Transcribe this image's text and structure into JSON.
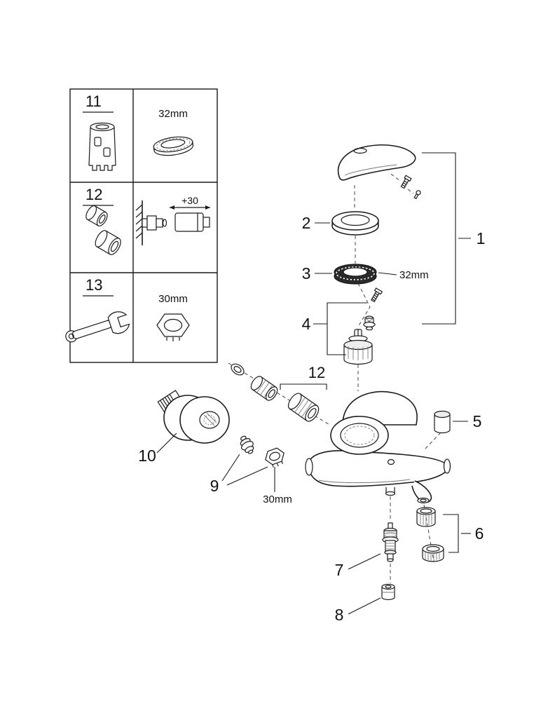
{
  "colors": {
    "ink": "#1a1a1a",
    "background": "#ffffff",
    "dark_ring": "#2a2a2a",
    "shade": "#ededed"
  },
  "legend": {
    "rows": [
      {
        "number": "11",
        "size": "32mm"
      },
      {
        "number": "12",
        "size": "+30"
      },
      {
        "number": "13",
        "size": "30mm"
      }
    ]
  },
  "callouts": {
    "part1": "1",
    "part2": "2",
    "part3": "3",
    "part3_size": "32mm",
    "part4": "4",
    "part5": "5",
    "part6": "6",
    "part7": "7",
    "part8": "8",
    "part9": "9",
    "part9_size": "30mm",
    "part10": "10",
    "part12": "12"
  }
}
